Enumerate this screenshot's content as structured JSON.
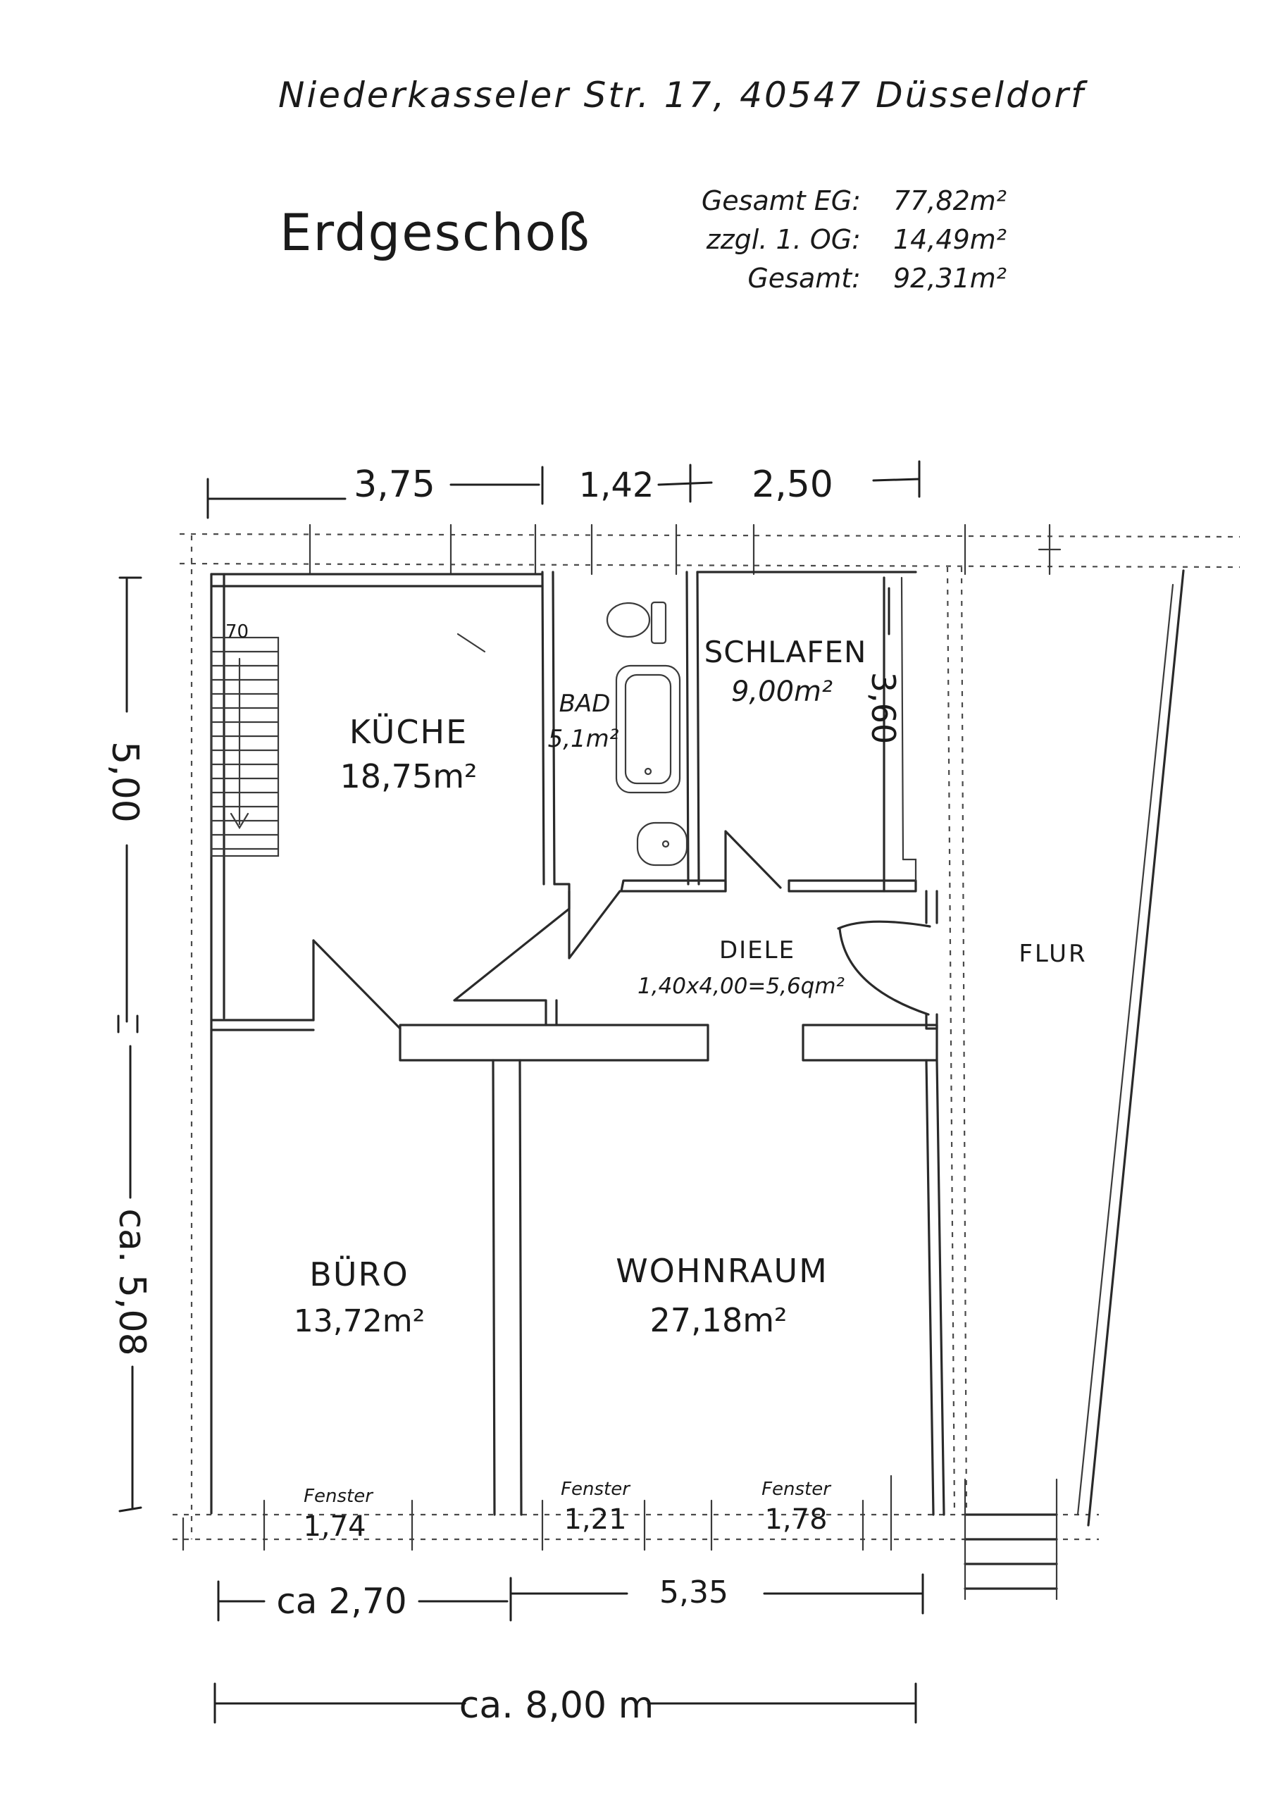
{
  "address": "Niederkasseler Str. 17, 40547 Düsseldorf",
  "floor_title": "Erdgeschoß",
  "area_summary": [
    {
      "label": "Gesamt EG:",
      "value": "77,82m²"
    },
    {
      "label": "zzgl. 1. OG:",
      "value": "14,49m²"
    },
    {
      "label": "Gesamt:",
      "value": "92,31m²"
    }
  ],
  "rooms": {
    "kueche": {
      "name": "KÜCHE",
      "area": "18,75m²"
    },
    "bad": {
      "name": "BAD",
      "area": "5,1m²"
    },
    "schlafen": {
      "name": "SCHLAFEN",
      "area": "9,00m²"
    },
    "diele": {
      "name": "DIELE",
      "area": "1,40x4,00=5,6qm²"
    },
    "flur": {
      "name": "FLUR"
    },
    "buero": {
      "name": "BÜRO",
      "area": "13,72m²"
    },
    "wohnraum": {
      "name": "WOHNRAUM",
      "area": "27,18m²"
    }
  },
  "stair_width": "70",
  "dimensions": {
    "top": [
      "3,75",
      "1,42",
      "2,50"
    ],
    "left_upper": "5,00",
    "left_lower": "ca. 5,08",
    "schlafen_depth": "3,60",
    "bottom_segments": [
      "ca 2,70",
      "5,35"
    ],
    "bottom_total": "ca. 8,00 m"
  },
  "windows": [
    {
      "label": "Fenster",
      "width": "1,74"
    },
    {
      "label": "Fenster",
      "width": "1,21"
    },
    {
      "label": "Fenster",
      "width": "1,78"
    }
  ]
}
